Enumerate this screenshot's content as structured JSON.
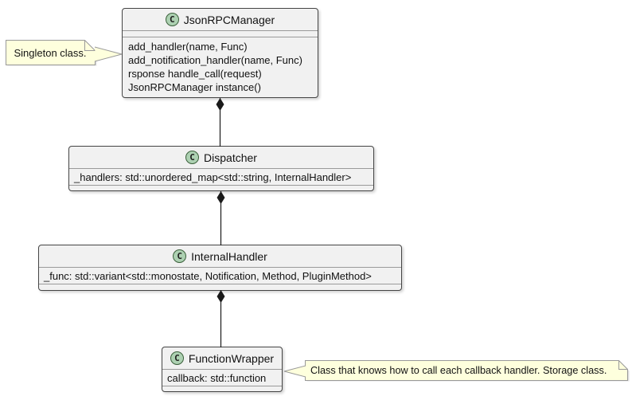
{
  "diagram": {
    "type": "uml-class-diagram",
    "classes": [
      {
        "name": "JsonRPCManager",
        "stereotype": "C",
        "attributes": [],
        "methods": [
          "add_handler(name, Func)",
          "add_notification_handler(name, Func)",
          "rsponse handle_call(request)",
          "JsonRPCManager instance()"
        ]
      },
      {
        "name": "Dispatcher",
        "stereotype": "C",
        "attributes": [
          "_handlers: std::unordered_map<std::string, InternalHandler>"
        ],
        "methods": []
      },
      {
        "name": "InternalHandler",
        "stereotype": "C",
        "attributes": [
          "_func: std::variant<std::monostate, Notification, Method, PluginMethod>"
        ],
        "methods": []
      },
      {
        "name": "FunctionWrapper",
        "stereotype": "C",
        "attributes": [
          "callback: std::function"
        ],
        "methods": []
      }
    ],
    "notes": [
      {
        "text": "Singleton class.",
        "attached_to": "JsonRPCManager"
      },
      {
        "text": "Class that knows how to call each callback handler. Storage class.",
        "attached_to": "FunctionWrapper"
      }
    ],
    "relations": [
      {
        "from": "JsonRPCManager",
        "to": "Dispatcher",
        "type": "composition"
      },
      {
        "from": "Dispatcher",
        "to": "InternalHandler",
        "type": "composition"
      },
      {
        "from": "InternalHandler",
        "to": "FunctionWrapper",
        "type": "composition"
      }
    ],
    "colors": {
      "background": "#FFFFFF",
      "class_fill": "#F1F1F1",
      "class_border": "#454545",
      "stereotype_circle_fill": "#ADD1B2",
      "note_fill": "#FEFFDD",
      "note_border": "#999999",
      "connector": "#1A1A1A"
    }
  }
}
